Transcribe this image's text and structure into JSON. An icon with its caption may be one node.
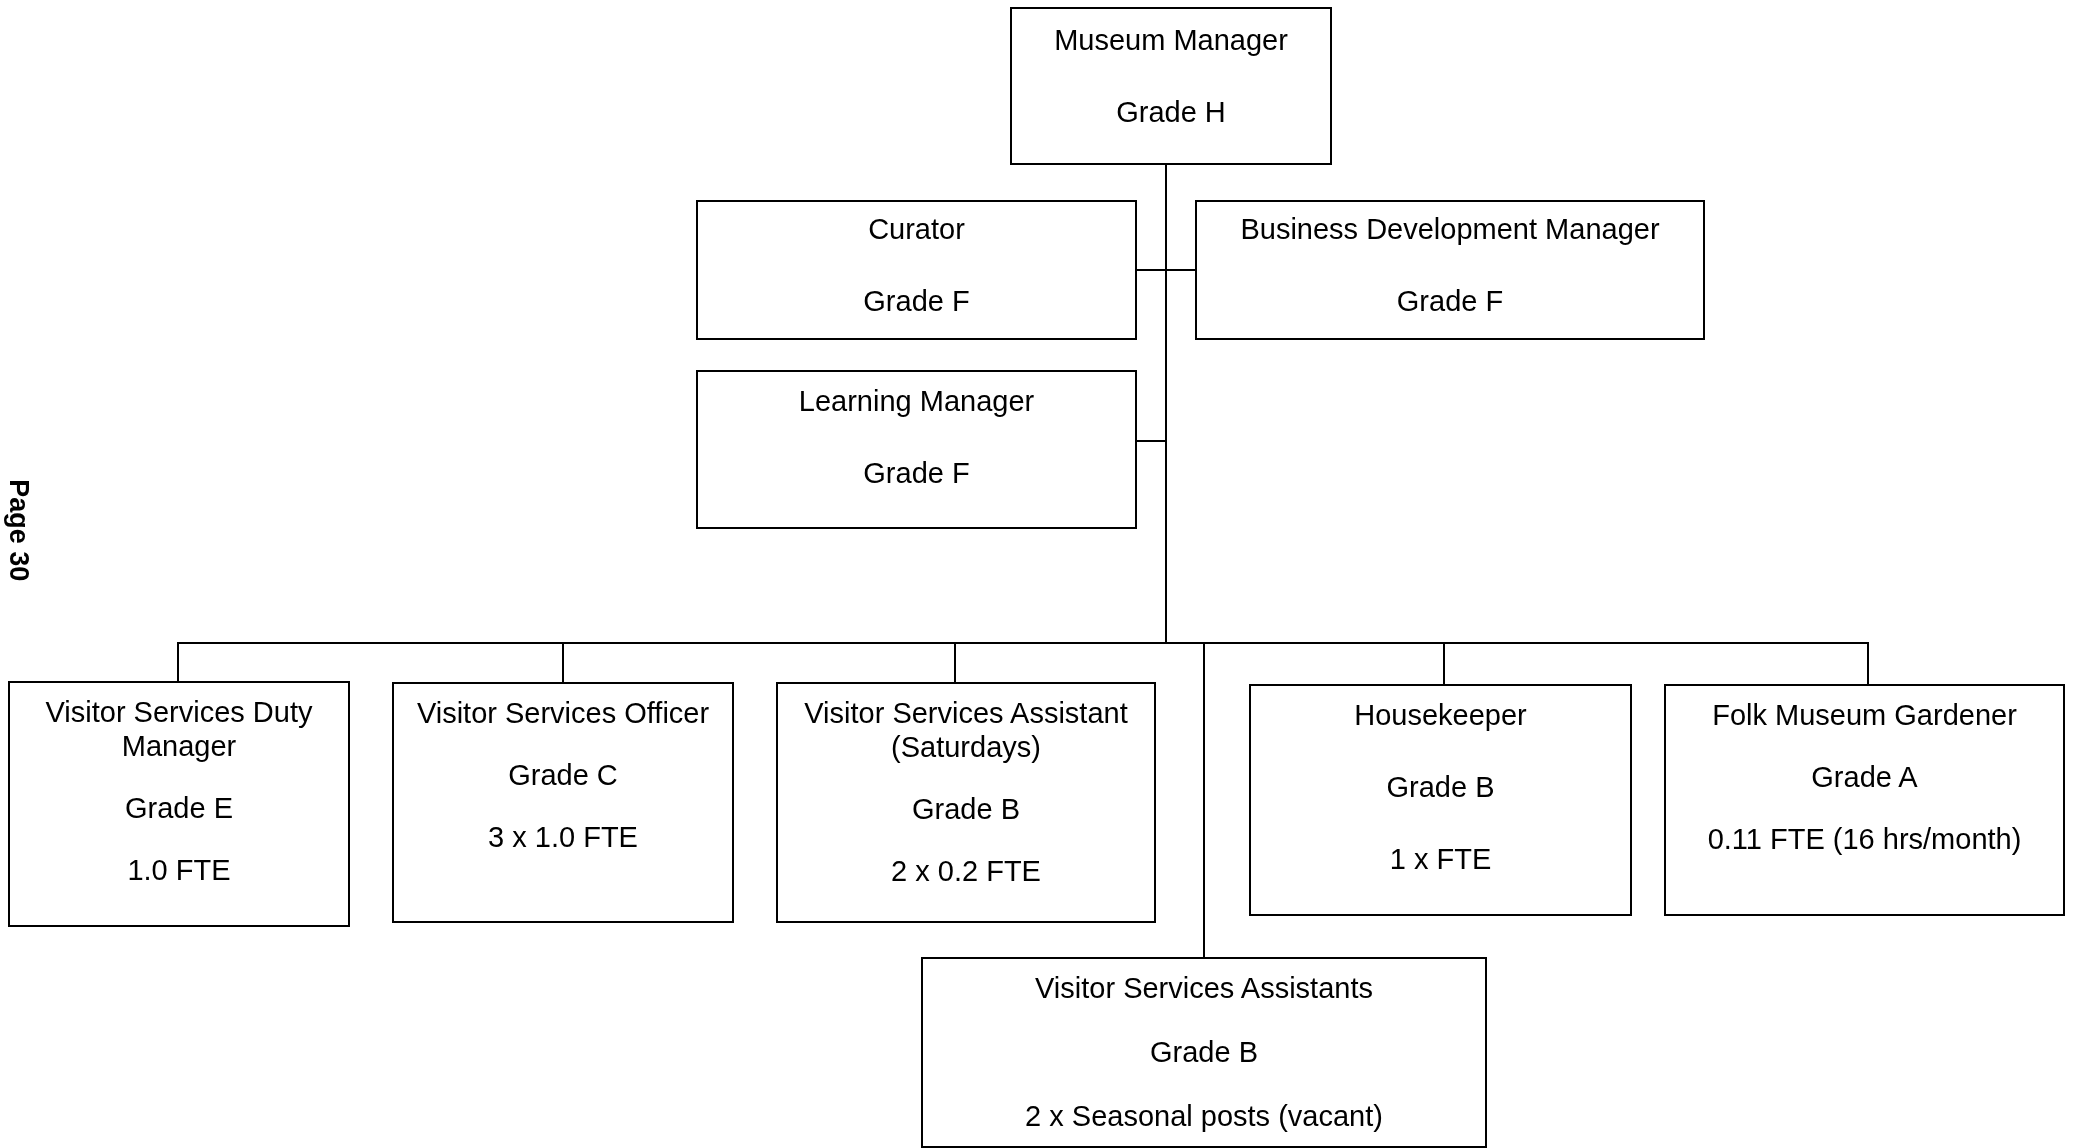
{
  "diagram": {
    "nodes": [
      {
        "text": [
          "Museum Manager",
          "Grade H"
        ]
      },
      {
        "text": [
          "Curator",
          "Grade F"
        ]
      },
      {
        "text": [
          "Business Development Manager",
          "Grade F"
        ]
      },
      {
        "text": [
          "Learning Manager",
          "Grade F"
        ]
      },
      {
        "text": [
          "Visitor Services Duty Manager",
          "Grade E",
          "1.0 FTE"
        ]
      },
      {
        "text": [
          "Visitor Services Officer",
          "Grade C",
          "3 x 1.0 FTE"
        ]
      },
      {
        "text": [
          "Visitor Services Assistant (Saturdays)",
          "Grade B",
          "2 x 0.2 FTE"
        ]
      },
      {
        "text": [
          "Housekeeper",
          "Grade B",
          "1 x FTE"
        ]
      },
      {
        "text": [
          "Folk Museum Gardener",
          "Grade A",
          "0.11 FTE (16 hrs/month)"
        ]
      },
      {
        "text": [
          "Visitor Services Assistants",
          "Grade B",
          "2 x Seasonal posts (vacant)"
        ]
      }
    ],
    "edges": [
      {
        "from": 0,
        "to": 1,
        "arrow": "none"
      },
      {
        "from": 0,
        "to": 2,
        "arrow": "none"
      },
      {
        "from": 0,
        "to": 3,
        "arrow": "none"
      },
      {
        "from": 0,
        "to": 4,
        "arrow": "none"
      },
      {
        "from": 0,
        "to": 5,
        "arrow": "none"
      },
      {
        "from": 0,
        "to": 6,
        "arrow": "none"
      },
      {
        "from": 0,
        "to": 9,
        "arrow": "none"
      },
      {
        "from": 0,
        "to": 7,
        "arrow": "none"
      },
      {
        "from": 0,
        "to": 8,
        "arrow": "none"
      }
    ],
    "labels": [
      "Page 30"
    ]
  }
}
